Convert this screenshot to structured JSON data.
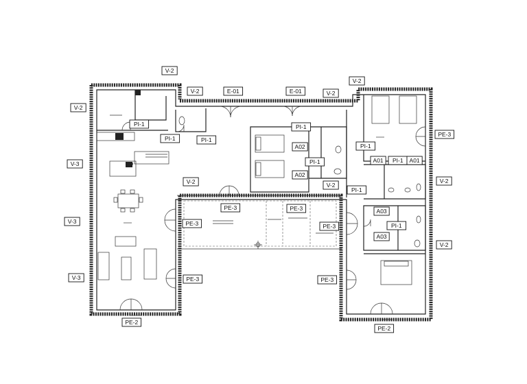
{
  "plan": {
    "label_tags": [
      {
        "id": "v2-top-left",
        "text": "V-2"
      },
      {
        "id": "v2-top-mid",
        "text": "V-2"
      },
      {
        "id": "e01-left",
        "text": "E-01"
      },
      {
        "id": "e01-right",
        "text": "E-01"
      },
      {
        "id": "v2-top-right-a",
        "text": "V-2"
      },
      {
        "id": "v2-top-right-b",
        "text": "V-2"
      },
      {
        "id": "v2-left",
        "text": "V-2"
      },
      {
        "id": "v3-left-a",
        "text": "V-3"
      },
      {
        "id": "v3-left-b",
        "text": "V-3"
      },
      {
        "id": "v3-left-c",
        "text": "V-3"
      },
      {
        "id": "pi1-a",
        "text": "PI-1"
      },
      {
        "id": "pi1-b",
        "text": "PI-1"
      },
      {
        "id": "pi1-c",
        "text": "PI-1"
      },
      {
        "id": "pi1-d",
        "text": "PI-1"
      },
      {
        "id": "pi1-e",
        "text": "PI-1"
      },
      {
        "id": "pi1-f",
        "text": "PI-1"
      },
      {
        "id": "pi1-g",
        "text": "PI-1"
      },
      {
        "id": "pi1-h",
        "text": "PI-1"
      },
      {
        "id": "pi1-i",
        "text": "PI-1"
      },
      {
        "id": "a02-a",
        "text": "A02"
      },
      {
        "id": "a02-b",
        "text": "A02"
      },
      {
        "id": "a01-a",
        "text": "A01"
      },
      {
        "id": "a01-b",
        "text": "A01"
      },
      {
        "id": "a03-a",
        "text": "A03"
      },
      {
        "id": "a03-b",
        "text": "A03"
      },
      {
        "id": "v2-center",
        "text": "V-2"
      },
      {
        "id": "v2-mid-right",
        "text": "V-2"
      },
      {
        "id": "v2-right-a",
        "text": "V-2"
      },
      {
        "id": "v2-right-b",
        "text": "V-2"
      },
      {
        "id": "pe3-a",
        "text": "PE-3"
      },
      {
        "id": "pe3-b",
        "text": "PE-3"
      },
      {
        "id": "pe3-c",
        "text": "PE-3"
      },
      {
        "id": "pe3-d",
        "text": "PE-3"
      },
      {
        "id": "pe3-e",
        "text": "PE-3"
      },
      {
        "id": "pe3-f",
        "text": "PE-3"
      },
      {
        "id": "pe3-g",
        "text": "PE-3"
      },
      {
        "id": "pe2-a",
        "text": "PE-2"
      },
      {
        "id": "pe2-b",
        "text": "PE-2"
      }
    ]
  }
}
